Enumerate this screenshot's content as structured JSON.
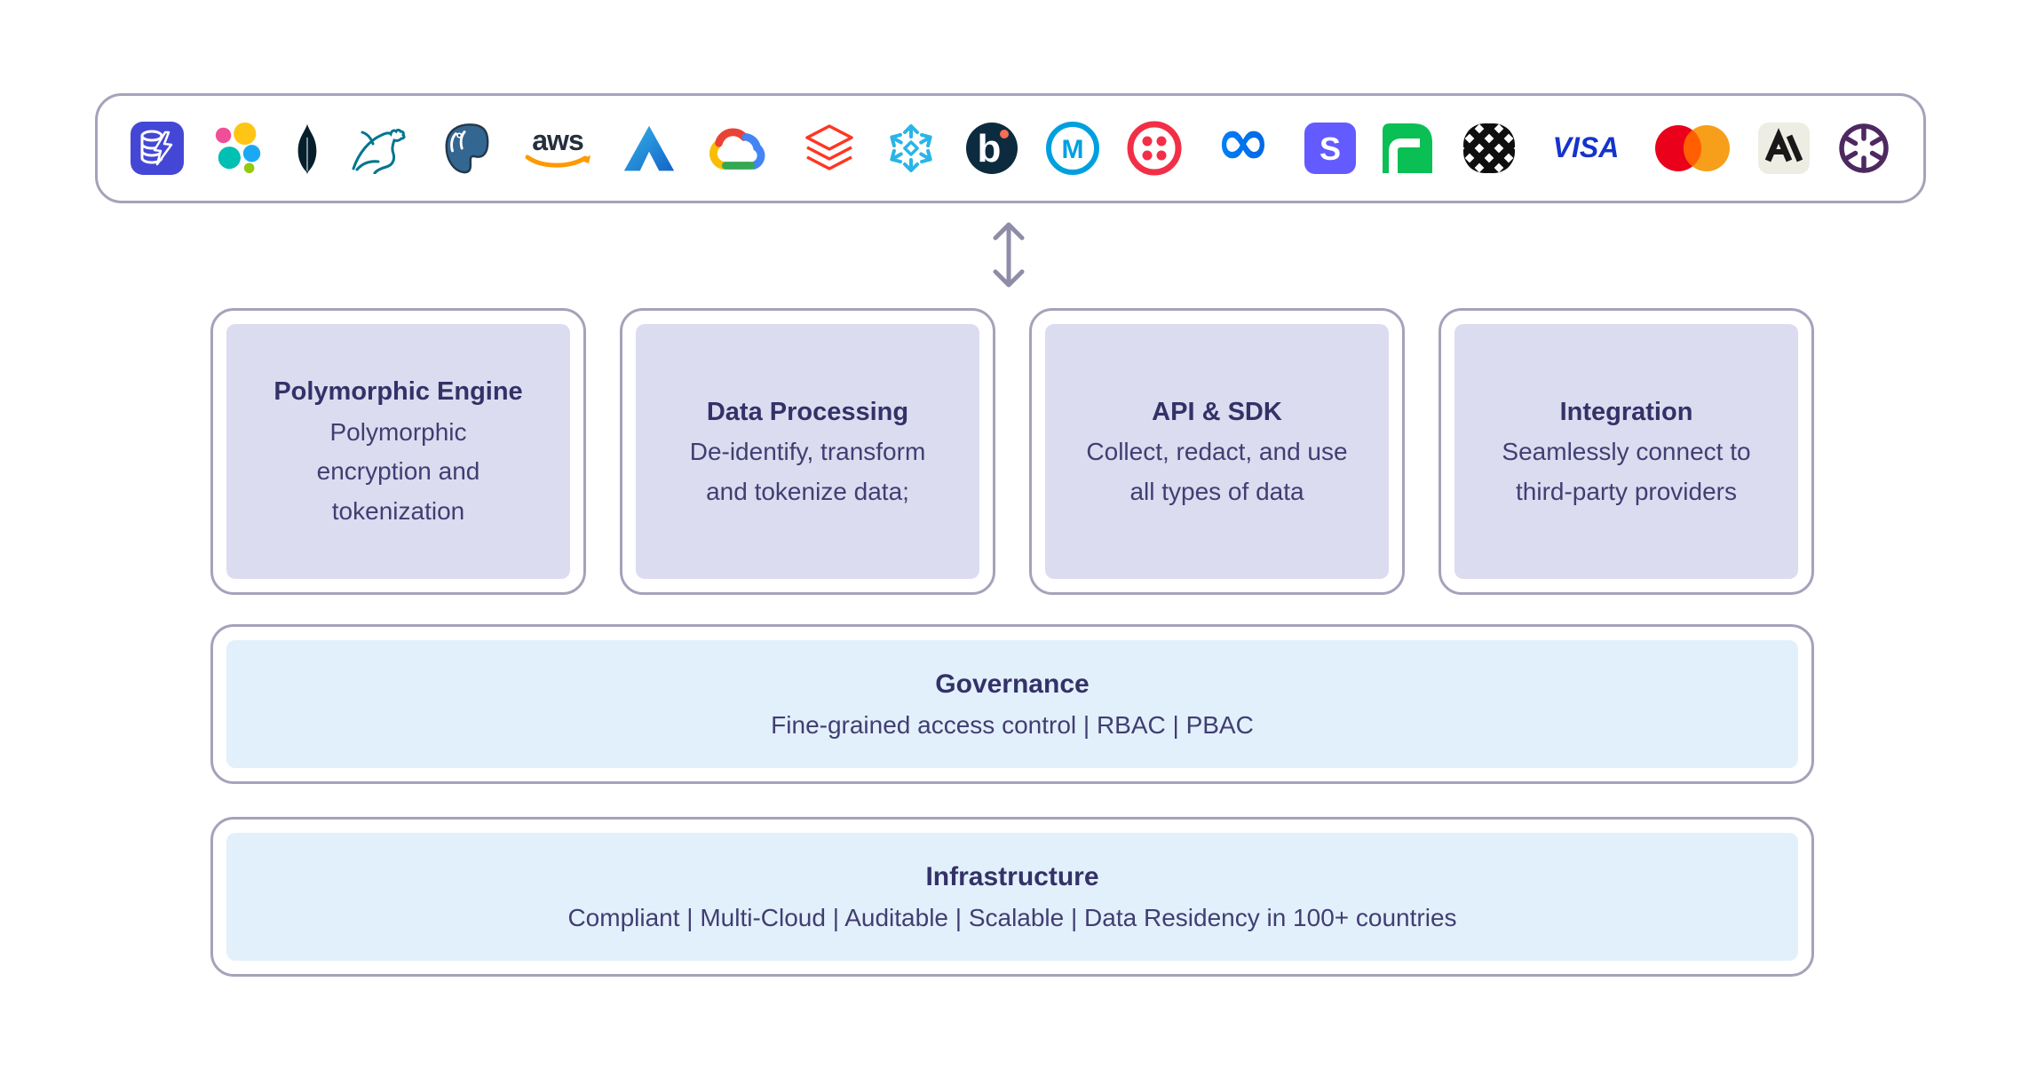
{
  "logo_bar": {
    "logos": [
      {
        "name": "encrypted-database",
        "color": "#4447d6"
      },
      {
        "name": "elastic",
        "color": "#fec514"
      },
      {
        "name": "mongodb",
        "color": "#071f2b"
      },
      {
        "name": "mysql",
        "color": "#00758f"
      },
      {
        "name": "postgresql",
        "color": "#336791"
      },
      {
        "name": "aws",
        "text": "aws",
        "color": "#252f3e",
        "accent": "#ff9900"
      },
      {
        "name": "azure",
        "color": "#1b77d4"
      },
      {
        "name": "google-cloud",
        "color": "#4285f4"
      },
      {
        "name": "databricks",
        "color": "#ff3621"
      },
      {
        "name": "snowflake",
        "color": "#29b5e8"
      },
      {
        "name": "braze",
        "text": "b",
        "color": "#0d2b3e",
        "accent": "#fb6c51"
      },
      {
        "name": "mulesoft",
        "text": "M",
        "color": "#00a0df"
      },
      {
        "name": "twilio",
        "color": "#f22f46"
      },
      {
        "name": "meta",
        "text": "∞",
        "color": "#0866ff"
      },
      {
        "name": "stripe",
        "text": "S",
        "color": "#635bff"
      },
      {
        "name": "adyen",
        "color": "#0abf53"
      },
      {
        "name": "marqeta",
        "color": "#0f0f0f"
      },
      {
        "name": "visa",
        "text": "VISA",
        "color": "#1434cb"
      },
      {
        "name": "mastercard",
        "color": "#eb001b",
        "accent": "#f79e1b"
      },
      {
        "name": "anthropic",
        "color": "#191919",
        "accent": "#eeede4"
      },
      {
        "name": "openai",
        "color": "#4d2960"
      }
    ]
  },
  "arrow": {
    "type": "bidirectional-vertical"
  },
  "feature_boxes": [
    {
      "title": "Polymorphic Engine",
      "description": "Polymorphic encryption and tokenization"
    },
    {
      "title": "Data Processing",
      "description": "De-identify, transform and tokenize data;"
    },
    {
      "title": "API & SDK",
      "description": "Collect, redact, and use all types of data"
    },
    {
      "title": "Integration",
      "description": "Seamlessly connect to third-party providers"
    }
  ],
  "governance": {
    "title": "Governance",
    "description": "Fine-grained access control | RBAC | PBAC"
  },
  "infrastructure": {
    "title": "Infrastructure",
    "description": "Compliant | Multi-Cloud | Auditable | Scalable  | Data Residency in 100+ countries"
  },
  "colors": {
    "border": "#a5a2ba",
    "lavender": "#dcdcf0",
    "blue": "#e2f0fc",
    "title": "#343168",
    "body": "#413e72",
    "arrow": "#8f8ca8",
    "bg": "#ffffff"
  }
}
